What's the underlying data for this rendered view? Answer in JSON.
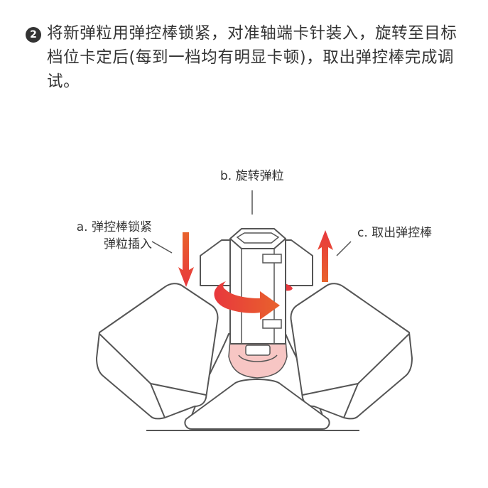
{
  "step": {
    "number": "2",
    "text": "将新弹粒用弹控棒锁紧，对准轴端卡针装入，旋转至目标档位卡定后(每到一档均有明显卡顿)，取出弹控棒完成调试。"
  },
  "labels": {
    "a_line1": "a. 弹控棒锁紧",
    "a_line2": "弹粒插入",
    "b": "b. 旋转弹粒",
    "c": "c. 取出弹控棒"
  },
  "colors": {
    "outline": "#555555",
    "arrow_red": "#e8383d",
    "arrow_orange": "#e8622c",
    "pink_fill": "#f7c6c4",
    "text": "#333333"
  },
  "icons": {
    "step_badge": "filled-circle-number",
    "insert_arrow": "arrow-down-icon",
    "rotate_arrow": "rotate-arrow-icon",
    "remove_arrow": "arrow-up-icon"
  }
}
